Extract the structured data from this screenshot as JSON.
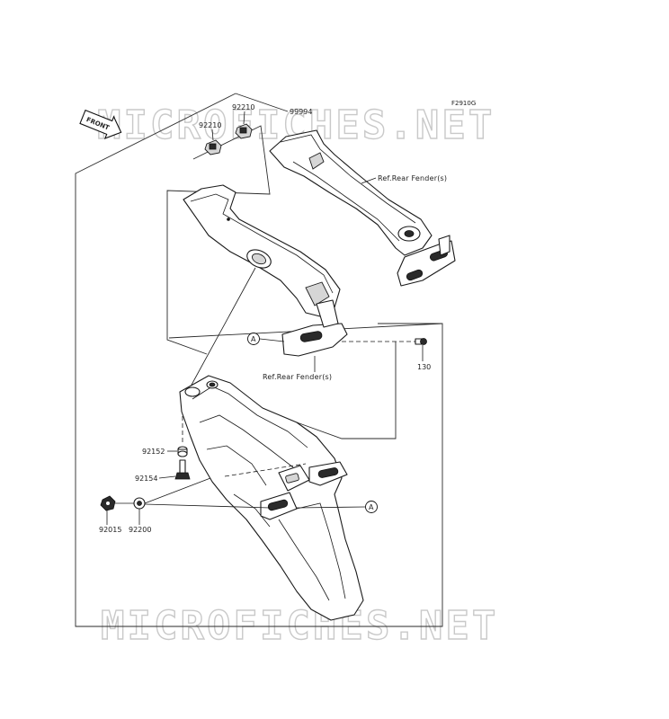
{
  "figure_code": "F2910G",
  "watermark": "MICROFICHES.NET",
  "front_label": "FRONT",
  "reference_labels": {
    "upper": "Ref.Rear Fender(s)",
    "lower": "Ref.Rear Fender(s)"
  },
  "callout_letter": "A",
  "part_numbers": {
    "nut_left": "92210",
    "nut_right": "92210",
    "kit": "99994",
    "bolt_130": "130",
    "collar": "92152",
    "bolt": "92154",
    "nut": "92015",
    "washer": "92200"
  }
}
